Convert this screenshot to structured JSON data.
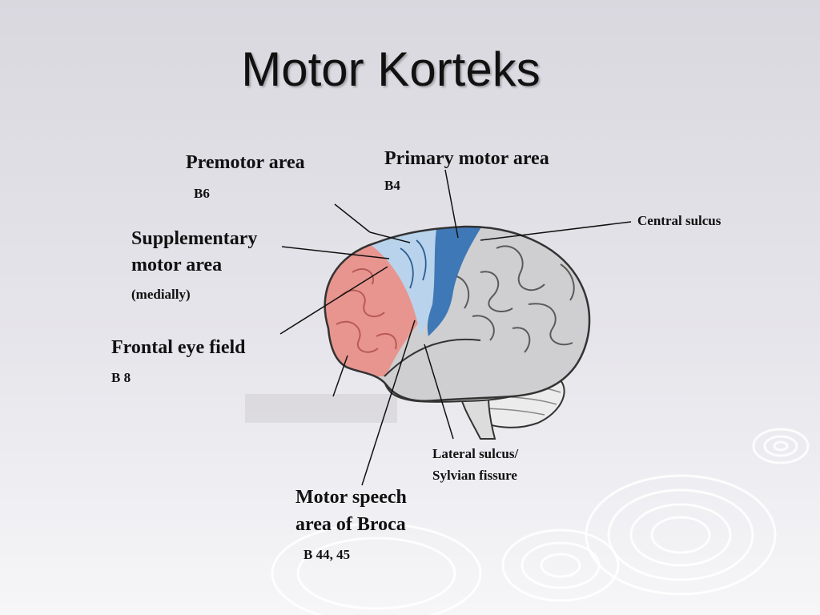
{
  "slide": {
    "title": "Motor Korteks"
  },
  "labels": {
    "premotor": {
      "name": "Premotor area",
      "code": "B6"
    },
    "primary_motor": {
      "name": "Primary motor area",
      "code": "B4"
    },
    "central_sulcus": {
      "name": "Central sulcus"
    },
    "supplementary": {
      "line1": "Supplementary",
      "line2": "motor area",
      "note": "(medially)"
    },
    "frontal_eye": {
      "name": "Frontal eye field",
      "code": "B 8"
    },
    "lateral_sulcus": {
      "line1": "Lateral sulcus/",
      "line2": "Sylvian fissure"
    },
    "broca": {
      "line1": "Motor speech",
      "line2": "area of Broca",
      "code": "B 44, 45"
    }
  },
  "colors": {
    "premotor_region": "#b9d3ec",
    "primary_motor_region": "#3f78b6",
    "frontal_region": "#e8958f",
    "brain_gray": "#cfcfd1",
    "cerebellum": "#ebebeb",
    "pointer_line": "#111111"
  }
}
